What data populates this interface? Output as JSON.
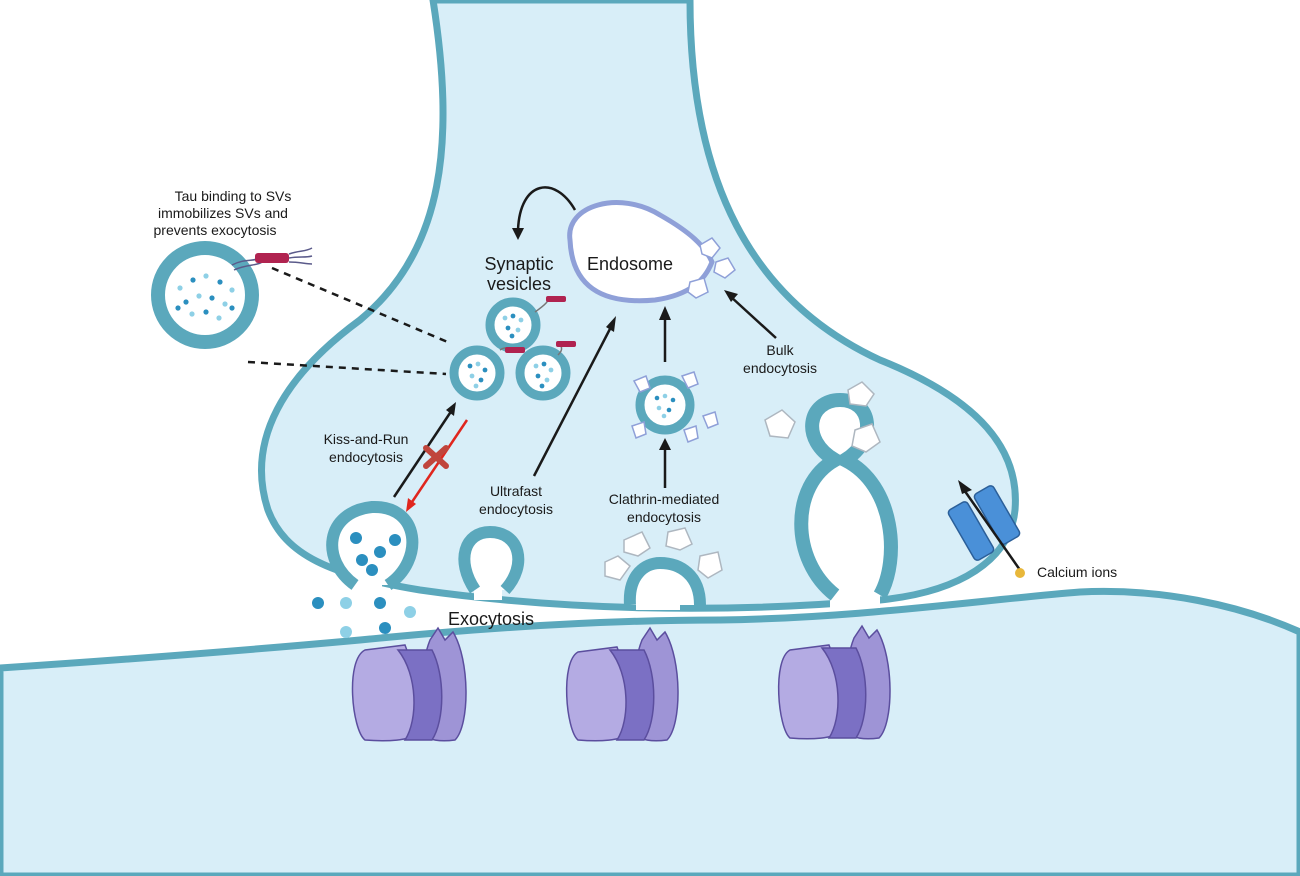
{
  "labels": {
    "tau_line1": "Tau binding to SVs",
    "tau_line2": "immobilizes SVs and",
    "tau_line3": "prevents exocytosis",
    "synaptic_line1": "Synaptic",
    "synaptic_line2": "vesicles",
    "endosome": "Endosome",
    "kiss_line1": "Kiss-and-Run",
    "kiss_line2": "endocytosis",
    "ultrafast_line1": "Ultrafast",
    "ultrafast_line2": "endocytosis",
    "clathrin_line1": "Clathrin-mediated",
    "clathrin_line2": "endocytosis",
    "bulk_line1": "Bulk",
    "bulk_line2": "endocytosis",
    "exocytosis": "Exocytosis",
    "calcium": "Calcium ions"
  },
  "colors": {
    "membrane": "#5ba8bc",
    "cytoplasm": "#d8eef8",
    "vesicle_dot": "#2b8fbf",
    "vesicle_dot_light": "#8ed0e6",
    "tau": "#b02350",
    "receptor": "#9e94d6",
    "receptor_dark": "#7b70c4",
    "channel": "#4a90d8",
    "arrow": "#1a1a1a",
    "block_arrow": "#e0261e",
    "block_x": "#c0453c",
    "calcium": "#e8b73a"
  },
  "icons": {
    "block_mark": "x-mark-icon"
  }
}
